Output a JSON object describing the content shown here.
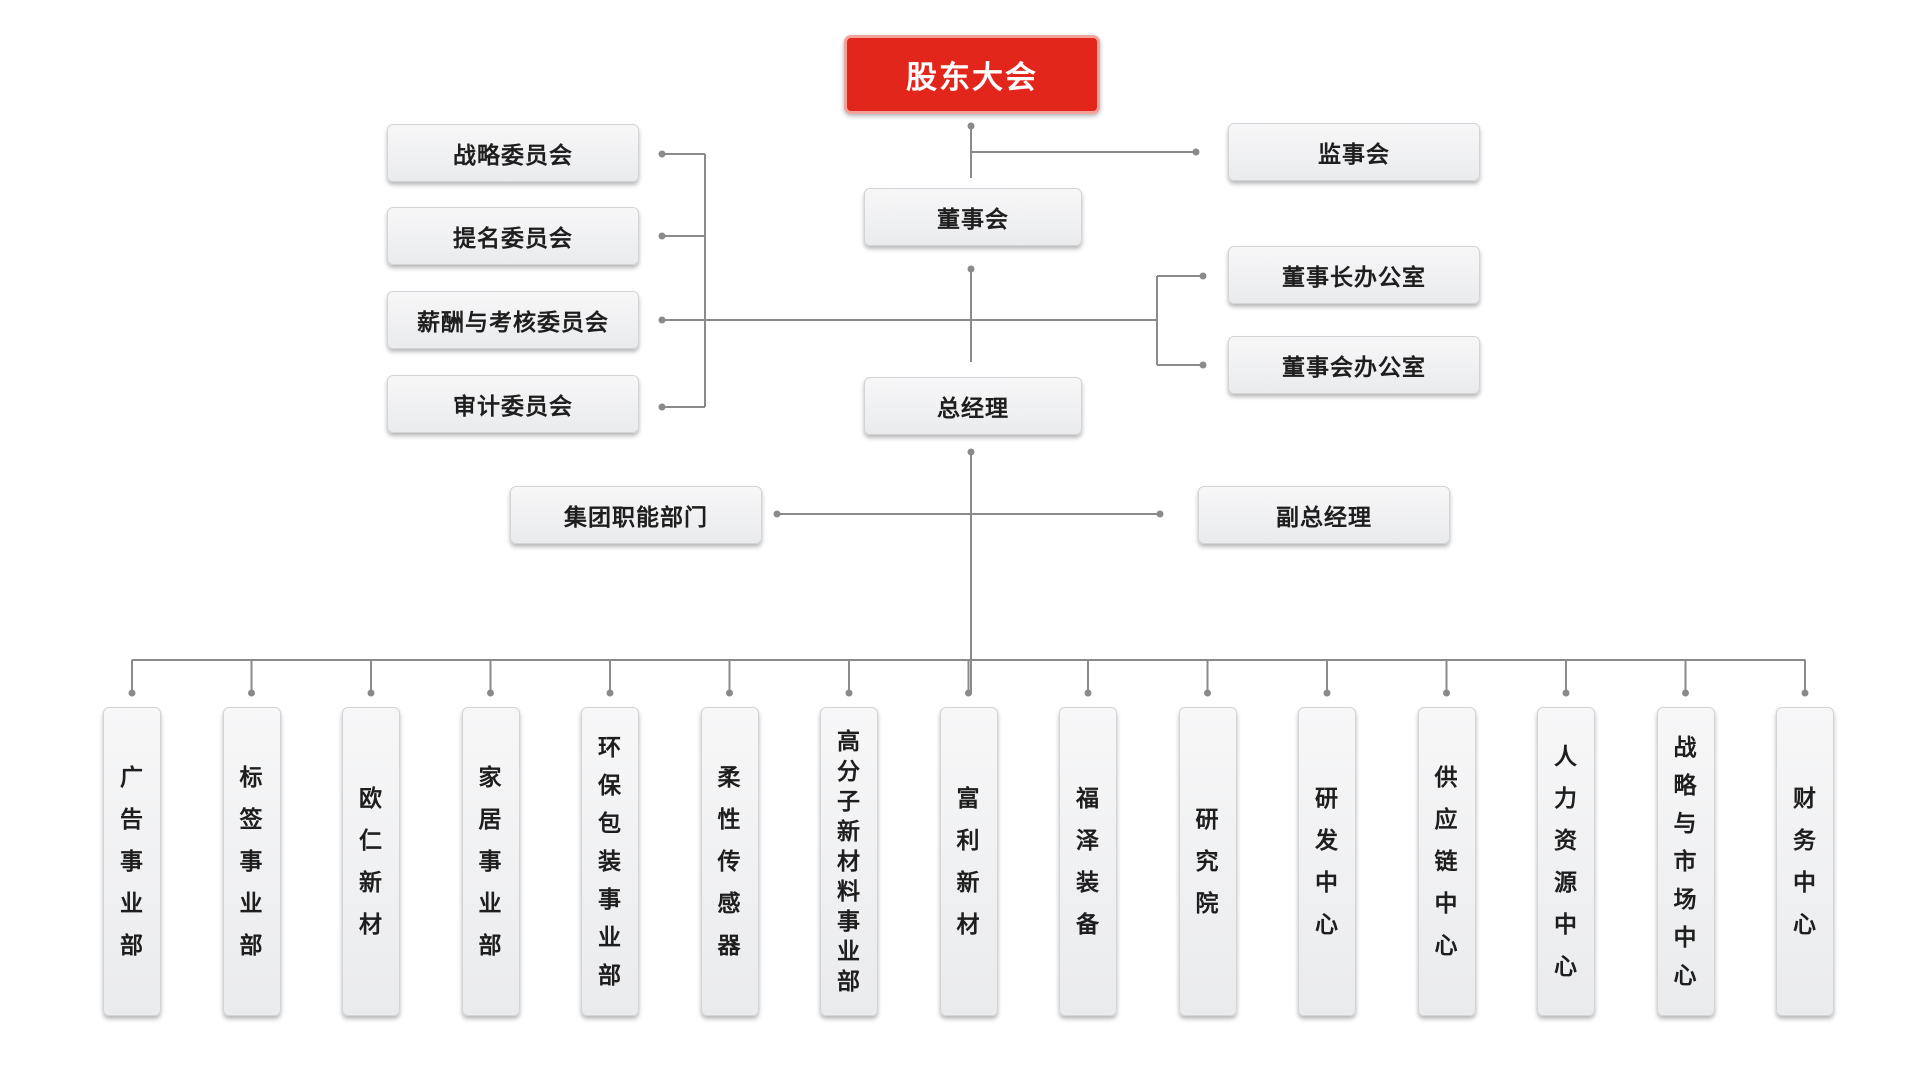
{
  "top": {
    "label": "股东大会"
  },
  "supervisory_board": {
    "label": "监事会"
  },
  "board": {
    "label": "董事会"
  },
  "committees": [
    {
      "label": "战略委员会"
    },
    {
      "label": "提名委员会"
    },
    {
      "label": "薪酬与考核委员会"
    },
    {
      "label": "审计委员会"
    }
  ],
  "offices": [
    {
      "label": "董事长办公室"
    },
    {
      "label": "董事会办公室"
    }
  ],
  "gm": {
    "label": "总经理"
  },
  "functional_dept": {
    "label": "集团职能部门"
  },
  "deputy_gm": {
    "label": "副总经理"
  },
  "units": [
    {
      "label": "广告事业部"
    },
    {
      "label": "标签事业部"
    },
    {
      "label": "欧仁新材"
    },
    {
      "label": "家居事业部"
    },
    {
      "label": "环保包装事业部"
    },
    {
      "label": "柔性传感器"
    },
    {
      "label": "高分子新材料事业部"
    },
    {
      "label": "富利新材"
    },
    {
      "label": "福泽装备"
    },
    {
      "label": "研究院"
    },
    {
      "label": "研发中心"
    },
    {
      "label": "供应链中心"
    },
    {
      "label": "人力资源中心"
    },
    {
      "label": "战略与市场中心"
    },
    {
      "label": "财务中心"
    }
  ],
  "colors": {
    "accent": "#e2261c",
    "line": "#8a8a8a",
    "box": "#eeeff1"
  }
}
